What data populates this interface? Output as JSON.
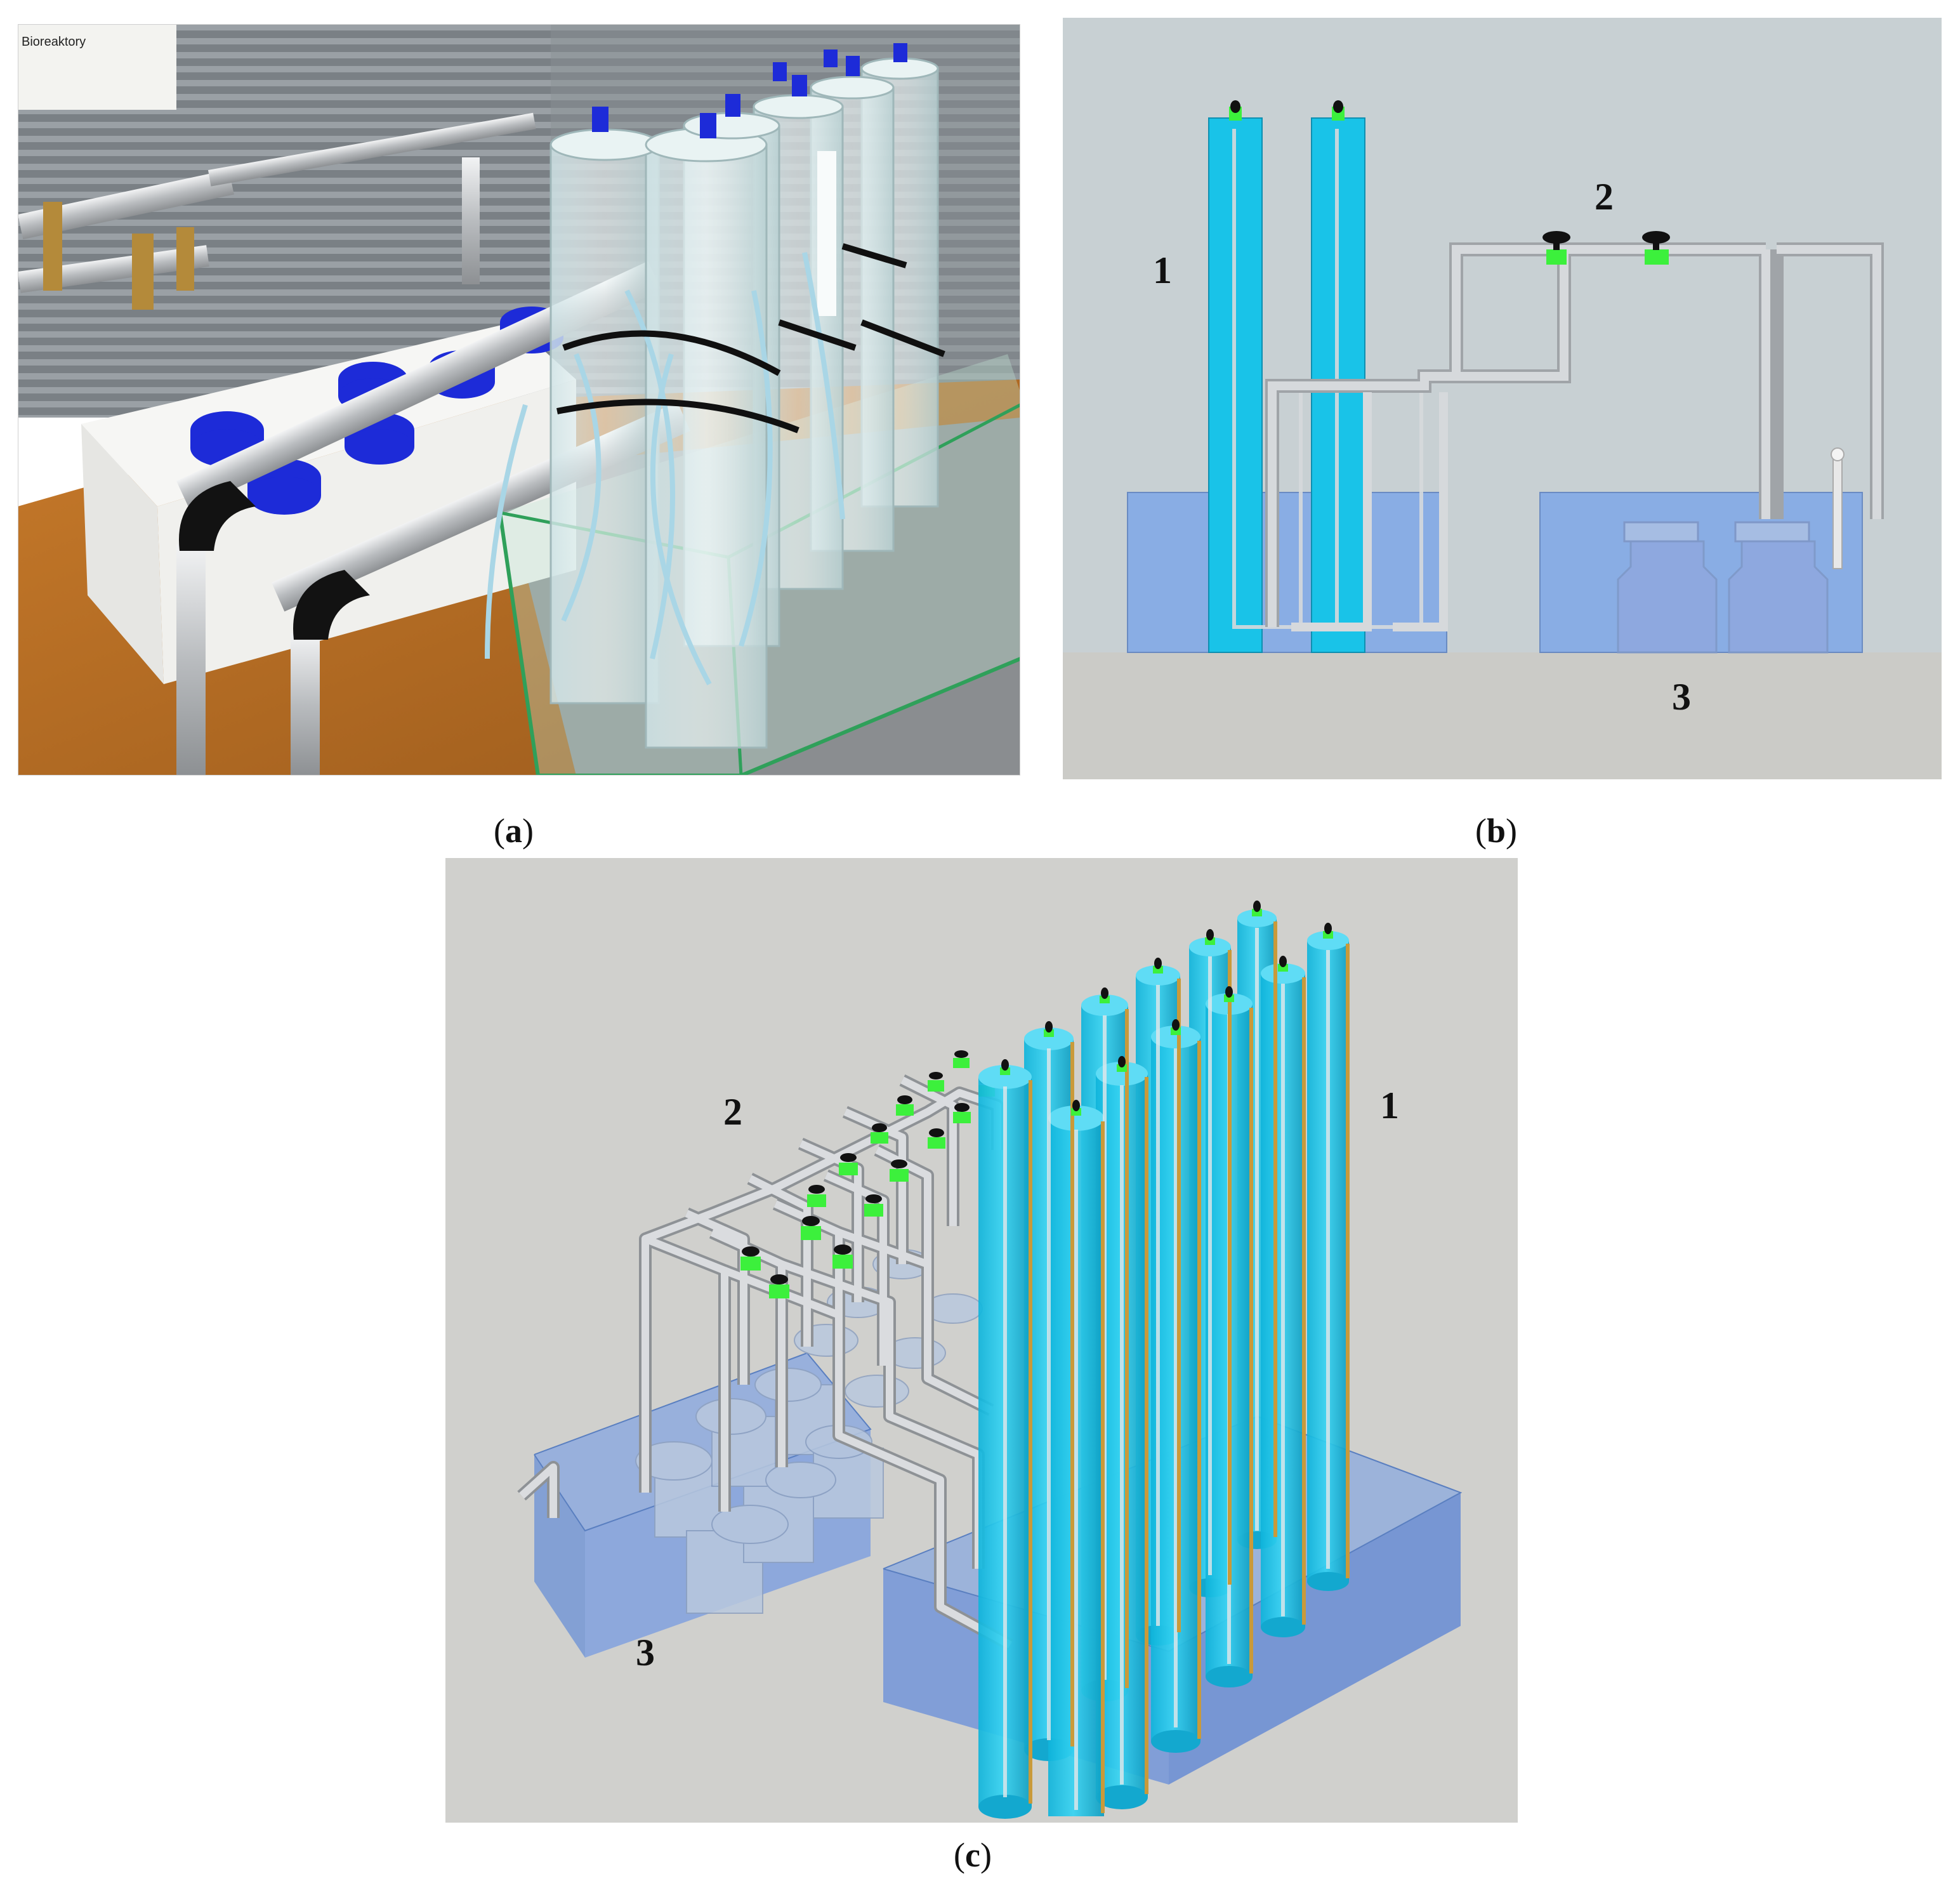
{
  "figure": {
    "panel_a": {
      "caption_letter": "a",
      "sign_text": "Bioreaktory"
    },
    "panel_b": {
      "caption_letter": "b",
      "labels": {
        "columns": "1",
        "piping": "2",
        "bottles": "3"
      }
    },
    "panel_c": {
      "caption_letter": "c",
      "labels": {
        "columns": "1",
        "piping": "2",
        "bottles": "3"
      }
    }
  },
  "colors": {
    "column": "#19c3e8",
    "water_tank": "#7fa8e8",
    "valve": "#3cf03c",
    "valve_knob": "#111111",
    "pipe": "#d6d9dc",
    "background_b": "#c8d0d3",
    "background_c": "#d0d0cd"
  }
}
